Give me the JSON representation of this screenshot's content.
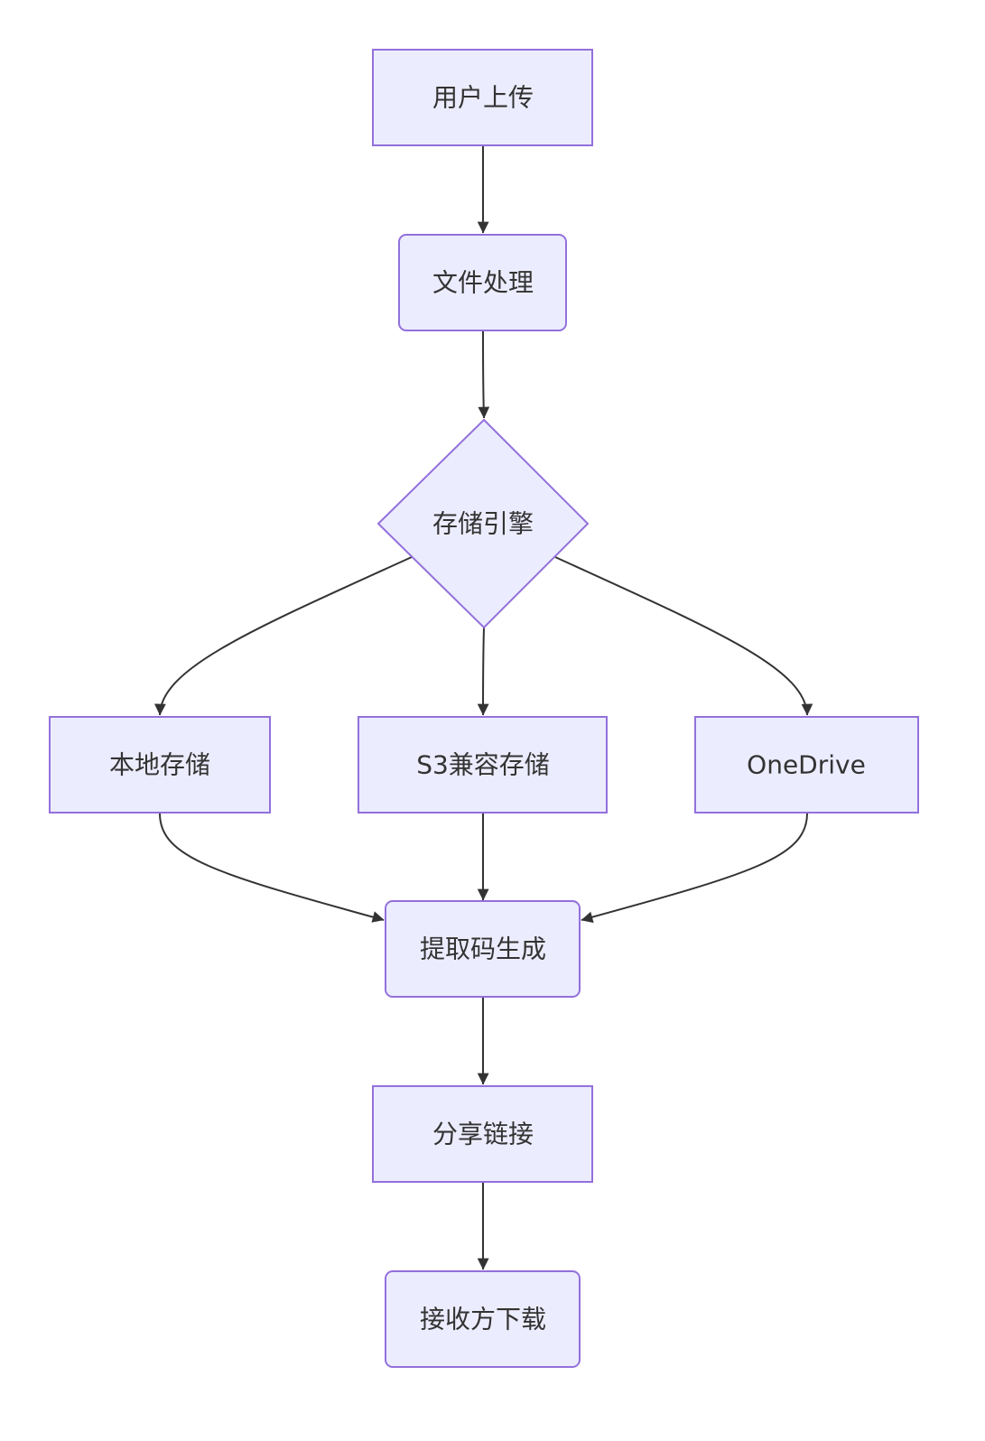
{
  "colors": {
    "node_fill": "#ECECFF",
    "node_stroke": "#9370DB",
    "edge": "#333333",
    "text": "#333333",
    "background": "#FFFFFF"
  },
  "nodes": {
    "upload": "用户上传",
    "process": "文件处理",
    "engine": "存储引擎",
    "local": "本地存储",
    "s3": "S3兼容存储",
    "onedrive": "OneDrive",
    "code": "提取码生成",
    "share": "分享链接",
    "download": "接收方下载"
  }
}
